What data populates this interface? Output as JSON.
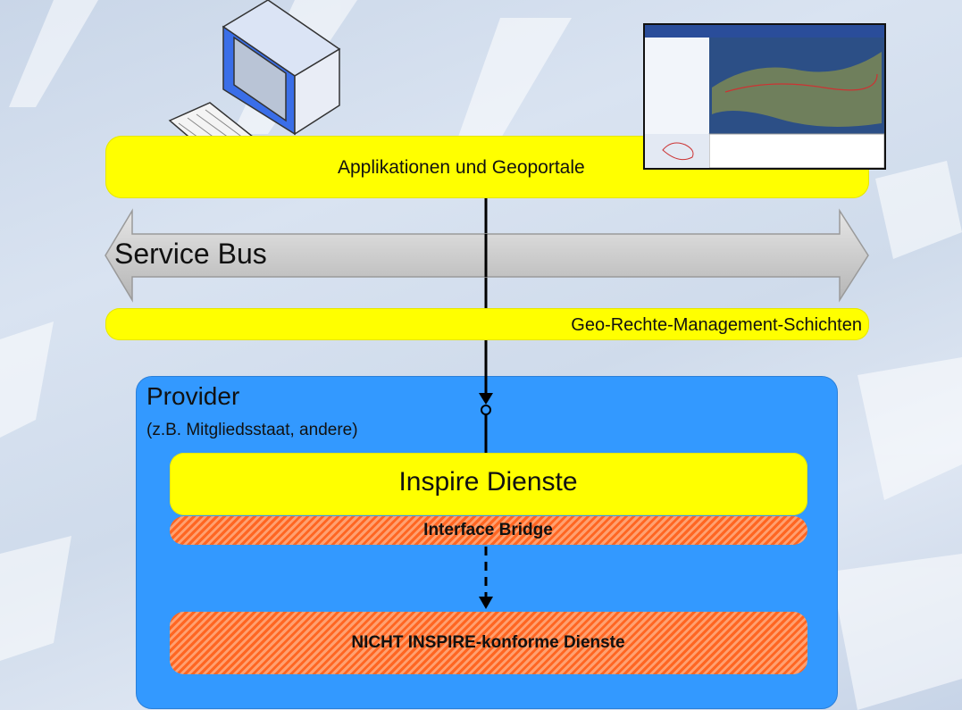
{
  "diagram": {
    "application_layer": "Applikationen und Geoportale",
    "service_bus": "Service Bus",
    "rights_layer": "Geo-Rechte-Management-Schichten",
    "provider": {
      "title": "Provider",
      "subtitle": "(z.B. Mitgliedsstaat, andere)"
    },
    "inspire_services": "Inspire Dienste",
    "interface_bridge": "Interface Bridge",
    "non_inspire_services": "NICHT INSPIRE-konforme Dienste"
  },
  "colors": {
    "layer_yellow": "#ffff00",
    "bus_gray": "#c0c0c0",
    "provider_blue": "#3399ff",
    "hatch_orange": "#ff6622"
  },
  "icons": [
    "computer-icon",
    "keyboard-icon",
    "geoportal-screenshot"
  ]
}
